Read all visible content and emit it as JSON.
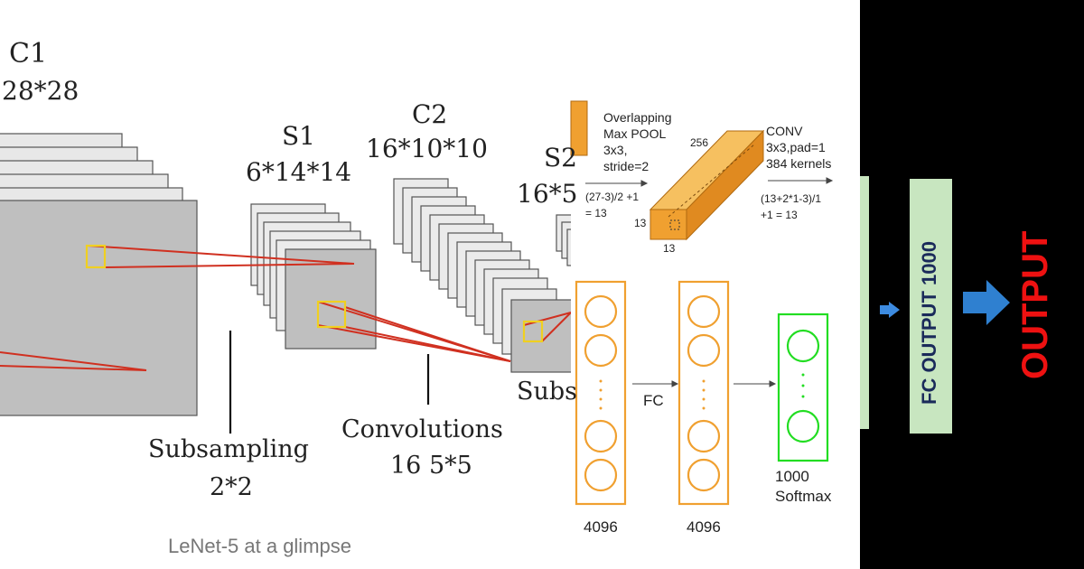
{
  "lenet": {
    "c1_title": "C1",
    "c1_size": "28*28",
    "s1_title": "S1",
    "s1_size": "6*14*14",
    "c2_title": "C2",
    "c2_size": "16*10*10",
    "s2_title": "S2",
    "s2_size": "16*5",
    "subsampling_label": "Subsampling",
    "subsampling_size": "2*2",
    "convolutions_label": "Convolutions",
    "convolutions_size": "16 5*5",
    "subs_partial": "Subs",
    "caption": "LeNet-5 at a glimpse"
  },
  "alexnet": {
    "pool_line1": "Overlapping",
    "pool_line2": "Max POOL",
    "pool_line3": "3x3,",
    "pool_line4": "stride=2",
    "pool_formula1": "(27-3)/2 +1",
    "pool_formula2": "= 13",
    "conv_line1": "CONV",
    "conv_line2": "3x3,pad=1",
    "conv_line3": "384 kernels",
    "conv_formula1": "(13+2*1-3)/1",
    "conv_formula2": "+1  = 13",
    "depth_label": "256",
    "height_label": "13",
    "width_label": "13"
  },
  "fc": {
    "layer1_label": "4096",
    "layer2_label": "4096",
    "fc_label": "FC",
    "softmax_line1": "1000",
    "softmax_line2": "Softmax"
  },
  "output": {
    "fc_output_label": "FC  OUTPUT  1000",
    "output_label": "OUTPUT"
  },
  "colors": {
    "orange": "#F0A030",
    "green": "#22DD22",
    "light_green": "#C8E6C0",
    "arrow_blue": "#2F80D0",
    "red": "#EE1111",
    "connector_red": "#D03020",
    "yellow": "#F0D020"
  }
}
